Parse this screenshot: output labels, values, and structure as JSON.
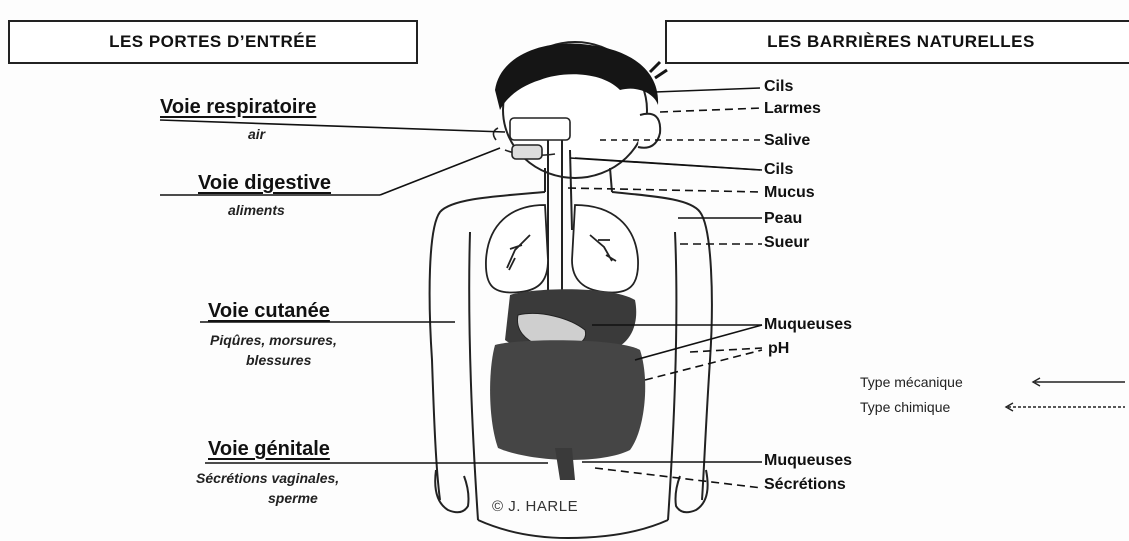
{
  "headers": {
    "left": "LES PORTES D’ENTRÉE",
    "right": "LES BARRIÈRES NATURELLES"
  },
  "entries": [
    {
      "title": "Voie respiratoire",
      "subtitle": "air"
    },
    {
      "title": "Voie digestive",
      "subtitle": "aliments"
    },
    {
      "title": "Voie cutanée",
      "subtitle_lines": [
        "Piqûres, morsures,",
        "blessures"
      ]
    },
    {
      "title": "Voie génitale",
      "subtitle_lines": [
        "Sécrétions vaginales,",
        "sperme"
      ]
    }
  ],
  "barriers": [
    "Cils",
    "Larmes",
    "Salive",
    "Cils",
    "Mucus",
    "Peau",
    "Sueur",
    "Muqueuses",
    "pH",
    "Muqueuses",
    "Sécrétions"
  ],
  "legend": {
    "mechanical": "Type mécanique",
    "chemical": "Type chimique"
  },
  "copyright": "© J. HARLE",
  "colors": {
    "ink": "#111111",
    "body_fill": "#ffffff",
    "organ_dark": "#3a3a3a",
    "hair": "#151515"
  }
}
